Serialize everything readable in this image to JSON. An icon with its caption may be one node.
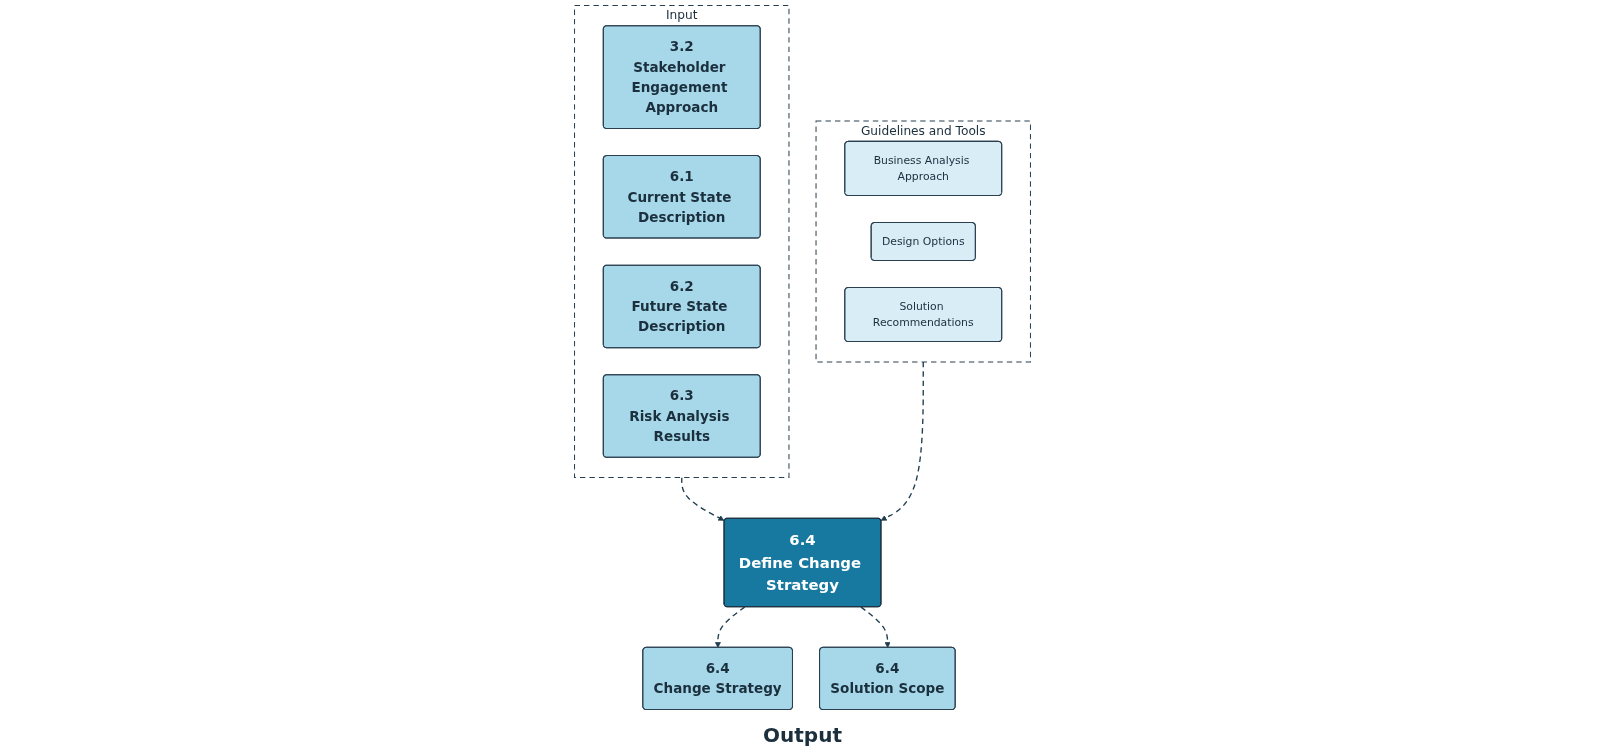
{
  "diagram": {
    "nodes": [
      {
        "text": [
          "Input"
        ]
      },
      {
        "text": [
          "3.2",
          "Stakeholder Engagement Approach"
        ],
        "in": 0
      },
      {
        "text": [
          "6.1",
          "Current State Description"
        ],
        "in": 0
      },
      {
        "text": [
          "6.2",
          "Future State Description"
        ],
        "in": 0
      },
      {
        "text": [
          "6.3",
          "Risk Analysis Results"
        ],
        "in": 0
      },
      {
        "text": [
          "Guidelines and Tools"
        ]
      },
      {
        "text": [
          "Business Analysis Approach"
        ],
        "in": 5
      },
      {
        "text": [
          "Design Options"
        ],
        "in": 5
      },
      {
        "text": [
          "Solution Recommendations"
        ],
        "in": 5
      },
      {
        "text": [
          "6.4",
          "Define Change Strategy"
        ]
      },
      {
        "text": [
          "6.4",
          "Change Strategy"
        ]
      },
      {
        "text": [
          "6.4",
          "Solution Scope"
        ]
      }
    ],
    "edges": [
      {
        "from": 0,
        "to": 9,
        "arrow": "to",
        "style": "dashed"
      },
      {
        "from": 5,
        "to": 9,
        "arrow": "to",
        "style": "dashed"
      },
      {
        "from": 9,
        "to": 10,
        "arrow": "to",
        "style": "dashed"
      },
      {
        "from": 9,
        "to": 11,
        "arrow": "to",
        "style": "dashed"
      }
    ],
    "labels": [
      "Output"
    ]
  }
}
